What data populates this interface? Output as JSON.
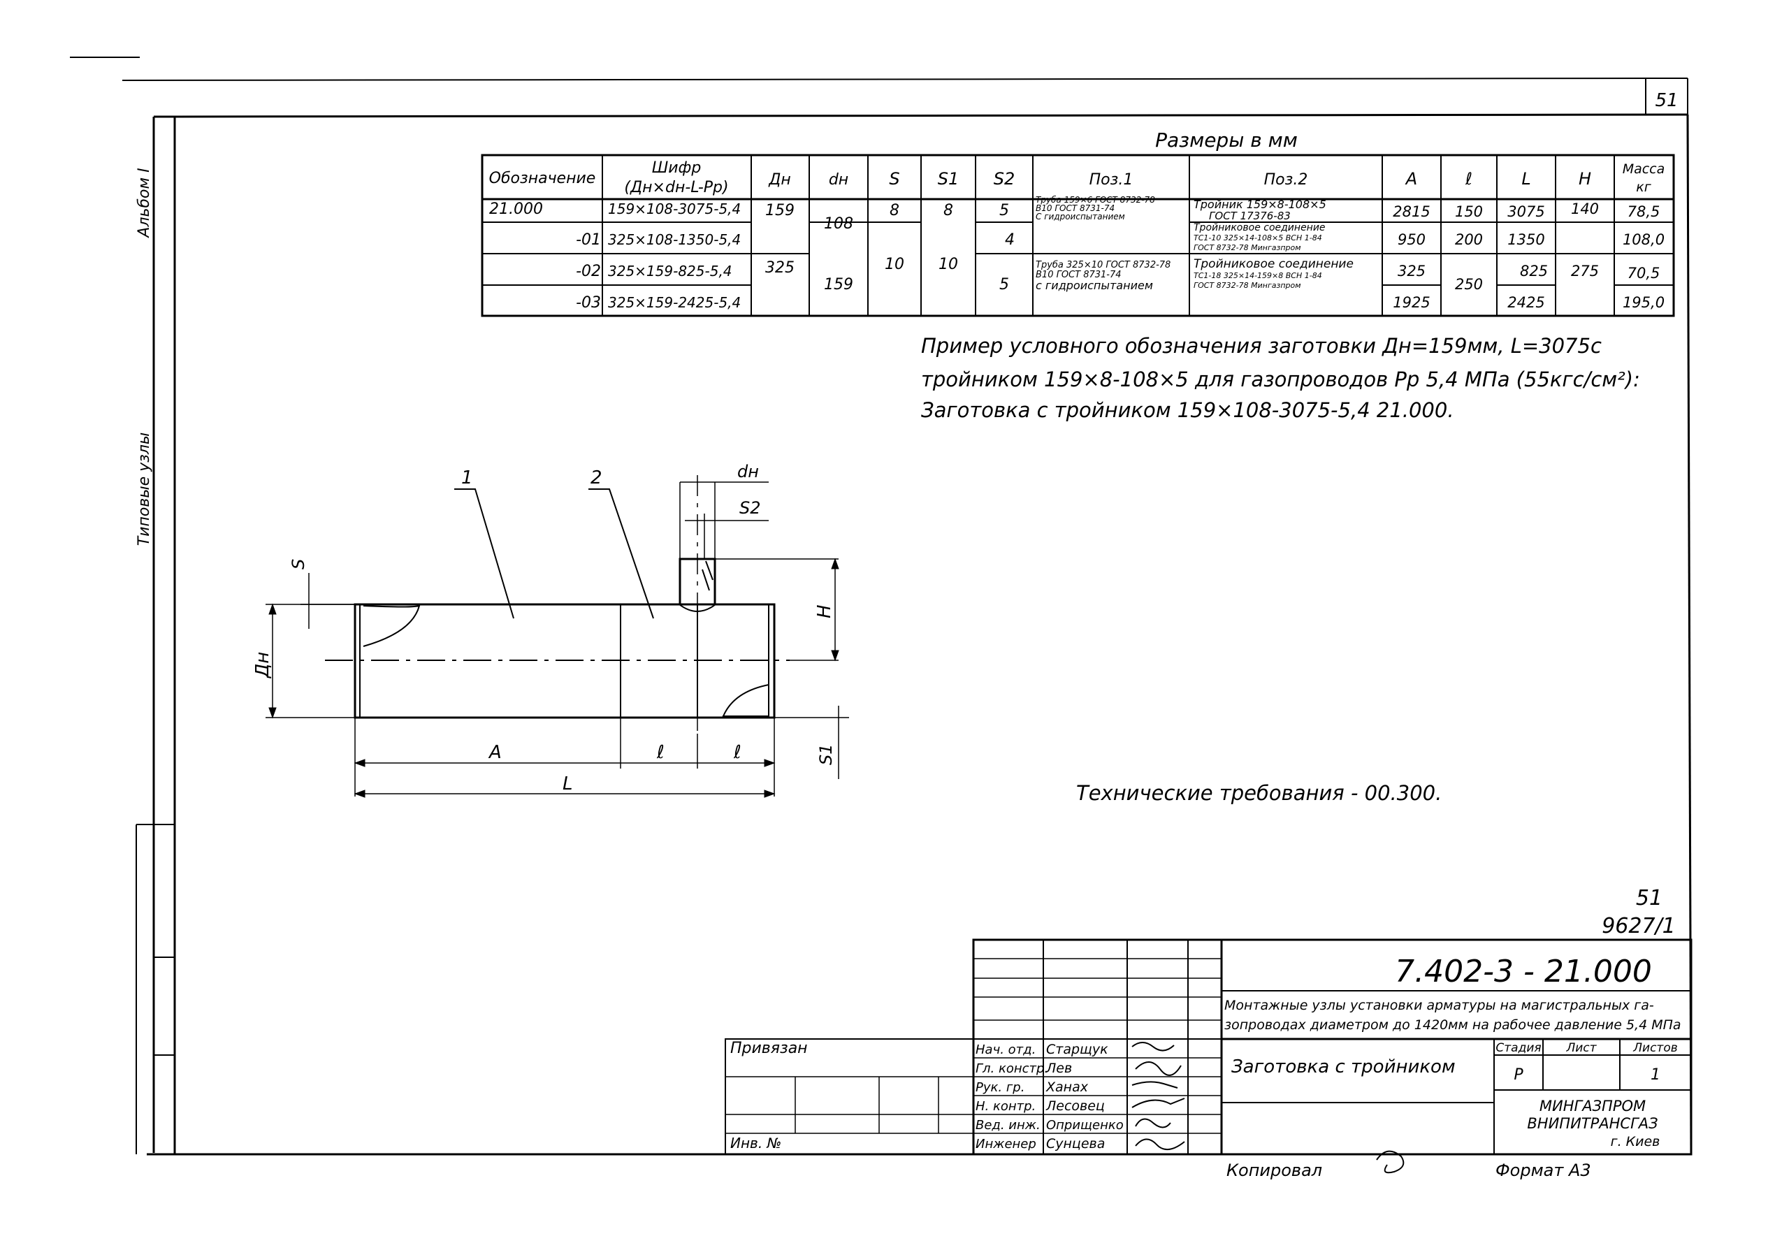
{
  "sheet": {
    "page_number": "51",
    "left_margin_top": "Альбом I",
    "left_margin_mid": "Типовые узлы",
    "sizes_caption": "Размеры в мм"
  },
  "table": {
    "headers": [
      "Обозначение",
      "Шифр (Дн×dн-L-Pр)",
      "Дн",
      "dн",
      "S",
      "S1",
      "S2",
      "Поз.1",
      "Поз.2",
      "A",
      "ℓ",
      "L",
      "H",
      "Масса кг"
    ],
    "header_cipher_line1": "Шифр",
    "header_cipher_line2": "(Дн×dн-L-Pр)",
    "header_mass_line1": "Масса",
    "header_mass_line2": "кг",
    "rows": [
      {
        "designation": "21.000",
        "cipher": "159×108-3075-5,4",
        "A": "2815",
        "l": "150",
        "L": "3075",
        "mass": "78,5"
      },
      {
        "designation": "-01",
        "cipher": "325×108-1350-5,4",
        "A": "950",
        "l": "200",
        "L": "1350",
        "mass": "108,0"
      },
      {
        "designation": "-02",
        "cipher": "325×159-825-5,4",
        "A": "325",
        "L": "825",
        "mass": "70,5"
      },
      {
        "designation": "-03",
        "cipher": "325×159-2425-5,4",
        "A": "1925",
        "L": "2425",
        "mass": "195,0"
      }
    ],
    "merged": {
      "Dn_159": "159",
      "Dn_325": "325",
      "dn_108": "108",
      "dn_159": "159",
      "S_8": "8",
      "S_10": "10",
      "S1_8": "8",
      "S1_10": "10",
      "S2_5a": "5",
      "S2_4": "4",
      "S2_5b": "5",
      "l_250": "250",
      "H_140": "140",
      "H_275": "275"
    },
    "poz1_top": [
      "Труба 159×6 ГОСТ 8732-78",
      "В10 ГОСТ 8731-74",
      "С гидроиспытанием"
    ],
    "poz1_bottom": [
      "Труба 325×10 ГОСТ 8732-78",
      "В10 ГОСТ 8731-74",
      "с гидроиспытанием"
    ],
    "poz2_rows": [
      [
        "Тройник 159×8-108×5",
        "ГОСТ 17376-83"
      ],
      [
        "Тройниковое соединение",
        "ТС1-10 325×14-108×5 ВСН 1-84",
        "ГОСТ 8732-78  Мингазпром"
      ],
      [
        "Тройниковое соединение",
        "ТС1-18 325×14-159×8 ВСН 1-84",
        "ГОСТ 8732-78  Мингазпром"
      ]
    ]
  },
  "notes": {
    "example_line1": "Пример условного обозначения заготовки Дн=159мм, L=3075с",
    "example_line2": "тройником 159×8-108×5 для газопроводов Рр 5,4 МПа (55кгс/см²):",
    "example_line3": "Заготовка с тройником 159×108-3075-5,4  21.000.",
    "tech_requirements": "Технические требования - 00.300."
  },
  "drawing_labels": {
    "pos1": "1",
    "pos2": "2",
    "dn_small": "dн",
    "s2": "S2",
    "s": "S",
    "Dn": "Дн",
    "H": "H",
    "S1": "S1",
    "A": "A",
    "l": "ℓ",
    "L": "L"
  },
  "stamp_numbers": {
    "top": "51",
    "bottom": "9627/1"
  },
  "title_block": {
    "code": "7.402-3 - 21.000",
    "project_line1": "Монтажные узлы установки арматуры на магистральных га-",
    "project_line2": "зопроводах диаметром до 1420мм на рабочее давление 5,4 МПа",
    "product": "Заготовка с тройником",
    "stage_header": "Стадия",
    "sheet_header": "Лист",
    "sheets_header": "Листов",
    "stage": "Р",
    "sheets": "1",
    "org_line1": "МИНГАЗПРОМ",
    "org_line2": "ВНИПИТРАНСГАЗ",
    "org_line3": "г. Киев",
    "bound": "Привязан",
    "inv": "Инв. №",
    "signatures": [
      {
        "role": "Нач. отд.",
        "name": "Старщук"
      },
      {
        "role": "Гл. констр.",
        "name": "Лев"
      },
      {
        "role": "Рук. гр.",
        "name": "Ханах"
      },
      {
        "role": "Н. контр.",
        "name": "Лесовец"
      },
      {
        "role": "Вед. инж.",
        "name": "Оприщенко"
      },
      {
        "role": "Инженер",
        "name": "Сунцева"
      }
    ]
  },
  "footer": {
    "copied": "Копировал",
    "format": "Формат А3"
  }
}
